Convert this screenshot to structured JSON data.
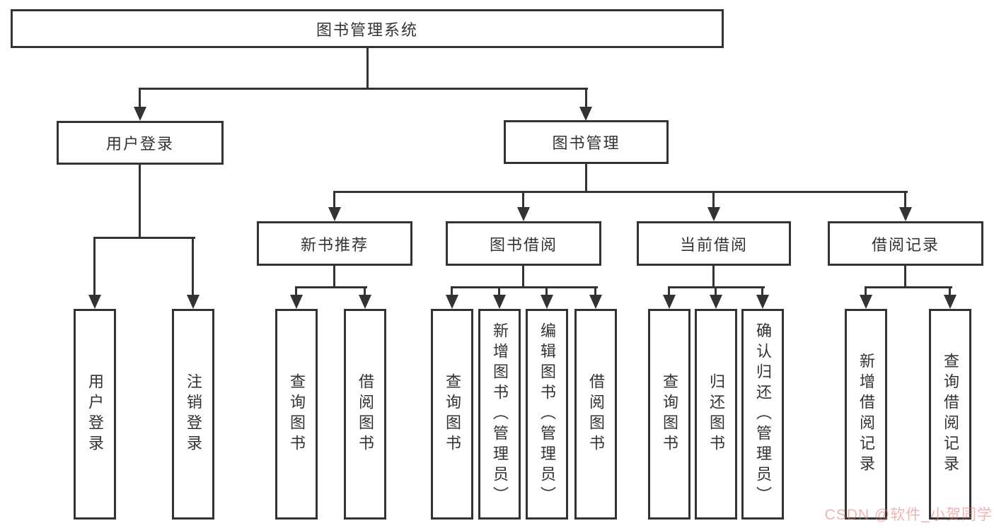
{
  "tree": {
    "root": {
      "label": "图书管理系统"
    },
    "branches": [
      {
        "label": "用户登录",
        "children": [
          {
            "label": "用户登录"
          },
          {
            "label": "注销登录"
          }
        ]
      },
      {
        "label": "图书管理",
        "children": [
          {
            "label": "新书推荐",
            "children": [
              {
                "label": "查询图书"
              },
              {
                "label": "借阅图书"
              }
            ]
          },
          {
            "label": "图书借阅",
            "children": [
              {
                "label": "查询图书"
              },
              {
                "label": "新增图书（管理员）"
              },
              {
                "label": "编辑图书（管理员）"
              },
              {
                "label": "借阅图书"
              }
            ]
          },
          {
            "label": "当前借阅",
            "children": [
              {
                "label": "查询图书"
              },
              {
                "label": "归还图书"
              },
              {
                "label": "确认归还（管理员）"
              }
            ]
          },
          {
            "label": "借阅记录",
            "children": [
              {
                "label": "新增借阅记录"
              },
              {
                "label": "查询借阅记录"
              }
            ]
          }
        ]
      }
    ]
  },
  "watermark": {
    "text": "CSDN @软件_小贺同学",
    "color": "#e67373"
  },
  "colors": {
    "line": "#333333",
    "box_border": "#333333",
    "text": "#333333",
    "background": "#ffffff"
  }
}
